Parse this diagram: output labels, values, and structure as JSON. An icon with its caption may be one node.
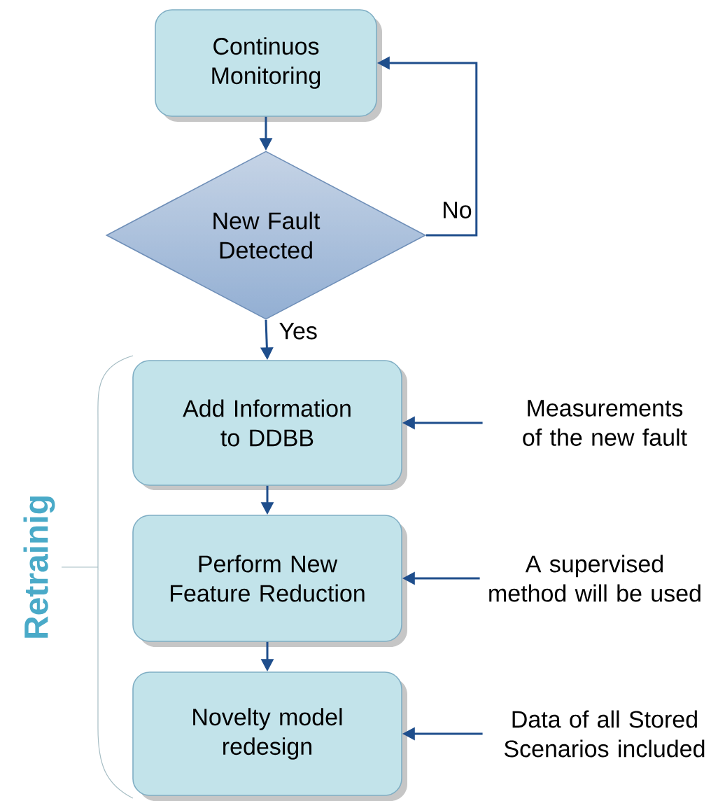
{
  "diagram": {
    "nodes": [
      {
        "text": [
          "Continuos Monitoring"
        ]
      },
      {
        "text": [
          "New Fault Detected"
        ]
      },
      {
        "text": [
          "Add Information to DDBB"
        ]
      },
      {
        "text": [
          "Perform New Feature Reduction"
        ]
      },
      {
        "text": [
          "Novelty model redesign"
        ]
      },
      {
        "text": [
          "Measurements of the new fault"
        ]
      },
      {
        "text": [
          "A supervised method will be used"
        ]
      },
      {
        "text": [
          "Data of all Stored Scenarios included"
        ]
      }
    ],
    "edges": [
      {
        "from": 0,
        "to": 1,
        "arrow": "to"
      },
      {
        "from": 1,
        "to": 0,
        "arrow": "to",
        "label": "No"
      },
      {
        "from": 1,
        "to": 2,
        "arrow": "to",
        "label": "Yes"
      },
      {
        "from": 2,
        "to": 3,
        "arrow": "to"
      },
      {
        "from": 3,
        "to": 4,
        "arrow": "to"
      },
      {
        "from": 5,
        "to": 2,
        "arrow": "to"
      },
      {
        "from": 6,
        "to": 3,
        "arrow": "to"
      },
      {
        "from": 7,
        "to": 4,
        "arrow": "to"
      }
    ],
    "labels": [
      "Retrainig"
    ]
  }
}
